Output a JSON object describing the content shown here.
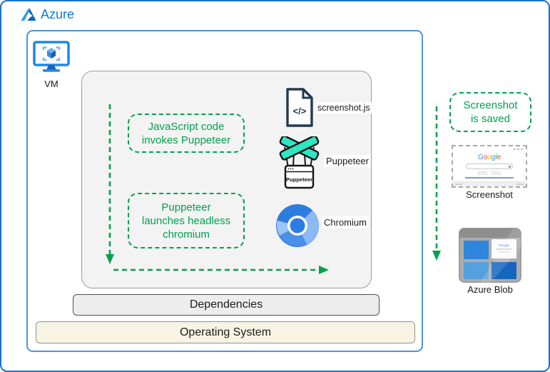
{
  "colors": {
    "green": "#00A24D",
    "azure-text": "#0D7DD0",
    "frame-blue": "#1774C8",
    "box-blue": "#4E94DB"
  },
  "brand": {
    "name": "Azure"
  },
  "vm": {
    "label": "VM"
  },
  "flow": {
    "step1": "JavaScript code\ninvokes Puppeteer",
    "step2": "Puppeteer\nlaunches headless\nchromium"
  },
  "artifacts": {
    "file": {
      "label": "screenshot.js",
      "icon_glyph": "</>"
    },
    "puppeteer": {
      "label": "Puppeteer",
      "icon_text": "Puppeteer"
    },
    "chromium": {
      "label": "Chromium"
    }
  },
  "layers": {
    "dependencies": "Dependencies",
    "os": "Operating System"
  },
  "output": {
    "saved_note": "Screenshot\nis saved",
    "screenshot_label": "Screenshot",
    "blob_label": "Azure Blob",
    "thumbnail": {
      "logo_text": "Google",
      "logo_colors": [
        "#4285F4",
        "#EA4335",
        "#FBBC05",
        "#4285F4",
        "#34A853",
        "#EA4335"
      ]
    }
  },
  "icons": [
    "azure-logo-icon",
    "vm-icon",
    "code-file-icon",
    "puppeteer-icon",
    "chromium-icon",
    "screenshot-thumbnail",
    "azure-blob-icon",
    "flow-arrows"
  ]
}
